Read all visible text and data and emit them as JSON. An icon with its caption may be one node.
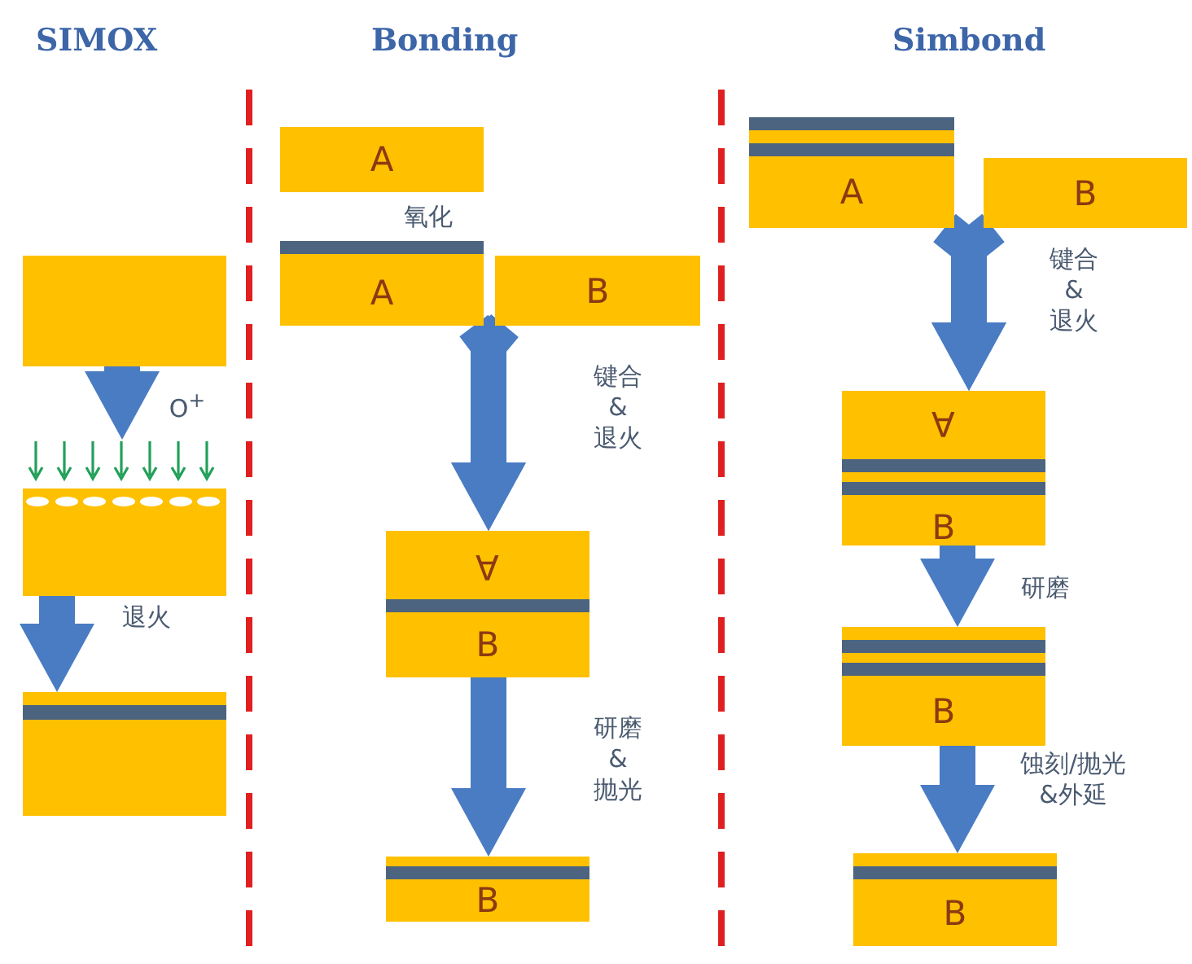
{
  "diagram": {
    "nodes": [
      {
        "text": [],
        "shape": "box"
      },
      {
        "text": [],
        "shape": "box"
      },
      {
        "text": [],
        "shape": "box"
      },
      {
        "text": [
          "A"
        ]
      },
      {
        "text": [
          "A"
        ]
      },
      {
        "text": [
          "B"
        ]
      },
      {
        "text": [
          "A",
          "B"
        ]
      },
      {
        "text": [
          "B"
        ]
      },
      {
        "text": [
          "A"
        ]
      },
      {
        "text": [
          "B"
        ]
      },
      {
        "text": [
          "A",
          "B"
        ]
      },
      {
        "text": [
          "B"
        ]
      },
      {
        "text": [
          "B"
        ]
      }
    ],
    "edges": [
      {
        "from": 0,
        "to": 1,
        "arrow": "to",
        "label": "O$^{+}$"
      },
      {
        "from": 1,
        "to": 2,
        "arrow": "to",
        "label": "退火"
      },
      {
        "from": 4,
        "to": 6,
        "arrow": "to",
        "label": "键合 & 退火"
      },
      {
        "from": 5,
        "to": 6,
        "arrow": "to"
      },
      {
        "from": 6,
        "to": 7,
        "arrow": "to",
        "label": "研磨 & 抛光"
      },
      {
        "from": 8,
        "to": 10,
        "arrow": "to",
        "label": "键合 & 退火"
      },
      {
        "from": 9,
        "to": 10,
        "arrow": "to"
      },
      {
        "from": 10,
        "to": 11,
        "arrow": "to",
        "label": "研磨"
      },
      {
        "from": 11,
        "to": 12,
        "arrow": "to",
        "label": "蚀刻/抛光 &外延"
      }
    ],
    "labels": [
      "SIMOX",
      "Bonding",
      "Simbond",
      "氧化"
    ]
  }
}
